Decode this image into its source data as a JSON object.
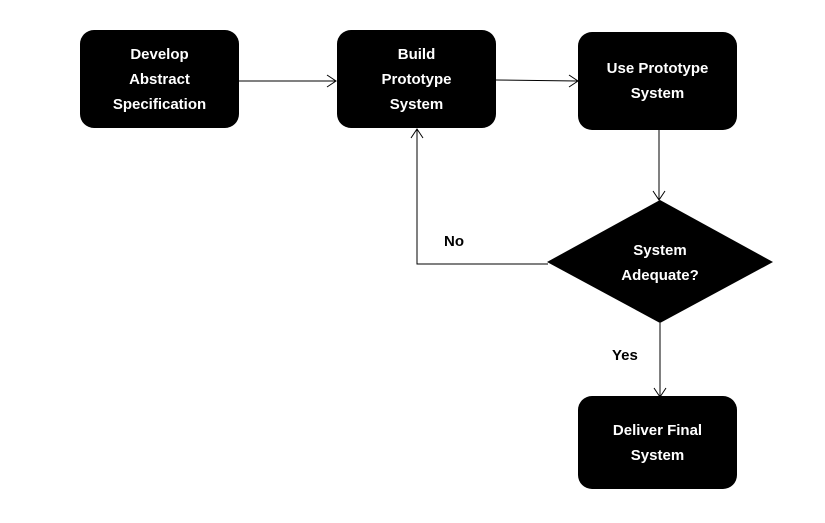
{
  "nodes": {
    "develop_spec": "Develop\nAbstract\nSpecification",
    "build_prototype": "Build\nPrototype\nSystem",
    "use_prototype": "Use Prototype\nSystem",
    "system_adequate": "System\nAdequate?",
    "deliver_final": "Deliver Final\nSystem"
  },
  "edges": {
    "no_label": "No",
    "yes_label": "Yes"
  },
  "colors": {
    "node_fill": "#000000",
    "node_text": "#ffffff",
    "line": "#000000",
    "background": "#ffffff"
  }
}
